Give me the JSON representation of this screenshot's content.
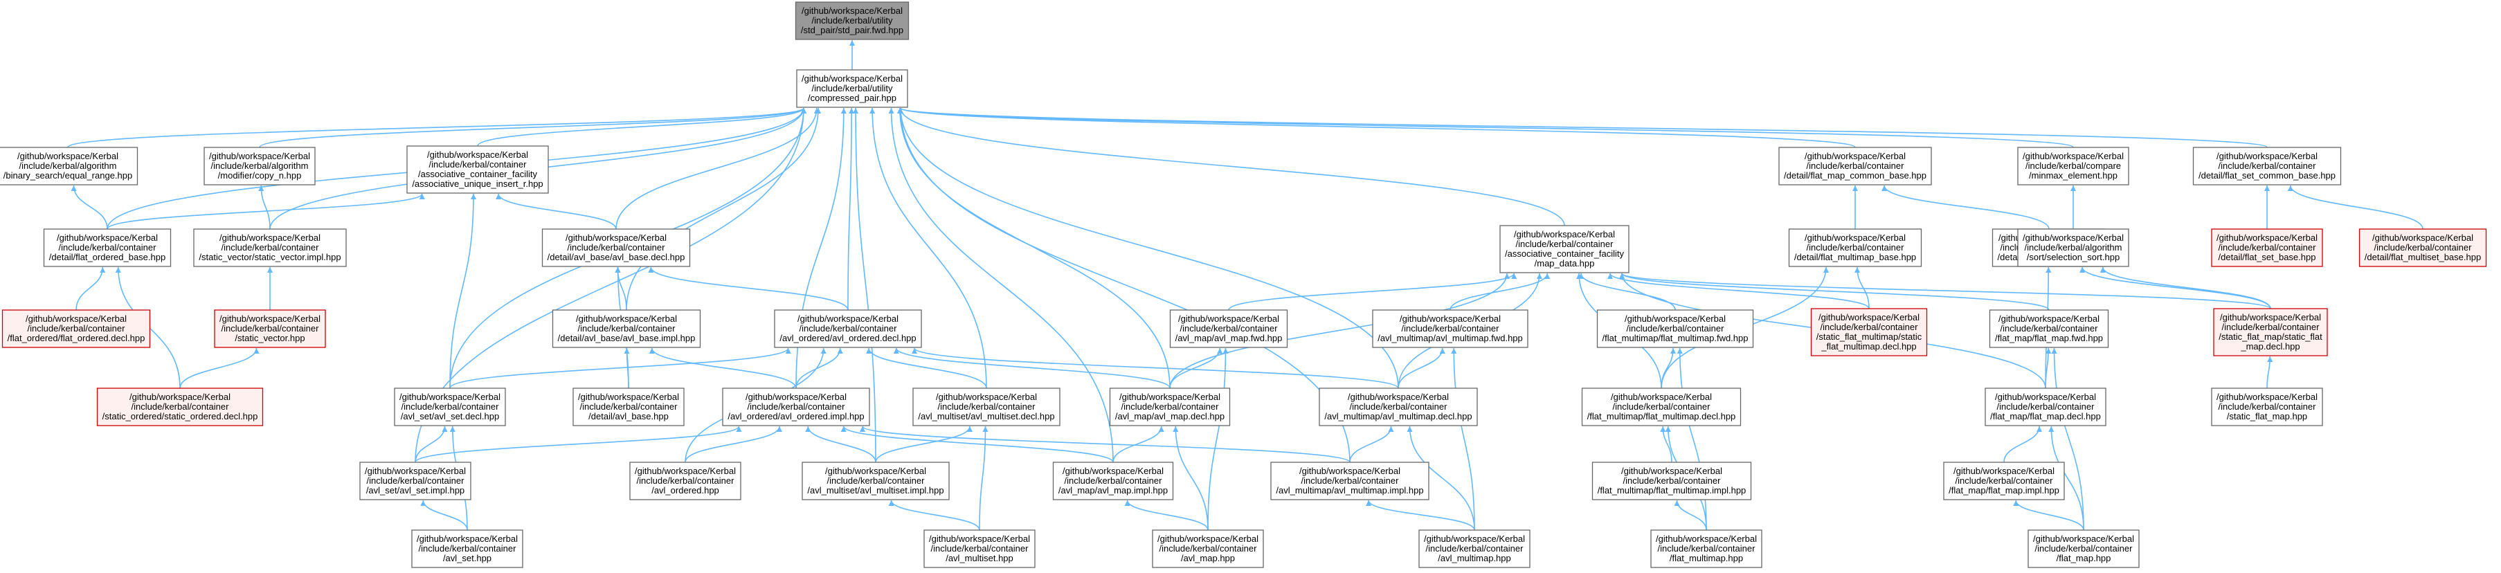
{
  "colors": {
    "edge": "#63b8ff",
    "normal_fill": "#ffffff",
    "normal_stroke": "#666666",
    "focus_fill": "#999999",
    "focus_stroke": "#666666",
    "missing_fill": "#fff0f0",
    "missing_stroke": "#cc0000"
  },
  "nodes": [
    {
      "id": "std_pair_fwd",
      "kind": "focus",
      "lines": [
        "/github/workspace/Kerbal",
        "/include/kerbal/utility",
        "/std_pair/std_pair.fwd.hpp"
      ]
    },
    {
      "id": "compressed_pair",
      "kind": "normal",
      "lines": [
        "/github/workspace/Kerbal",
        "/include/kerbal/utility",
        "/compressed_pair.hpp"
      ]
    },
    {
      "id": "equal_range",
      "kind": "normal",
      "lines": [
        "/github/workspace/Kerbal",
        "/include/kerbal/algorithm",
        "/binary_search/equal_range.hpp"
      ]
    },
    {
      "id": "copy_n",
      "kind": "normal",
      "lines": [
        "/github/workspace/Kerbal",
        "/include/kerbal/algorithm",
        "/modifier/copy_n.hpp"
      ]
    },
    {
      "id": "assoc_unique",
      "kind": "normal",
      "lines": [
        "/github/workspace/Kerbal",
        "/include/kerbal/container",
        "/associative_container_facility",
        "/associative_unique_insert_r.hpp"
      ]
    },
    {
      "id": "flat_map_common_base",
      "kind": "normal",
      "lines": [
        "/github/workspace/Kerbal",
        "/include/kerbal/container",
        "/detail/flat_map_common_base.hpp"
      ]
    },
    {
      "id": "minmax_element",
      "kind": "normal",
      "lines": [
        "/github/workspace/Kerbal",
        "/include/kerbal/compare",
        "/minmax_element.hpp"
      ]
    },
    {
      "id": "flat_set_common_base",
      "kind": "normal",
      "lines": [
        "/github/workspace/Kerbal",
        "/include/kerbal/container",
        "/detail/flat_set_common_base.hpp"
      ]
    },
    {
      "id": "flat_ordered_base",
      "kind": "normal",
      "lines": [
        "/github/workspace/Kerbal",
        "/include/kerbal/container",
        "/detail/flat_ordered_base.hpp"
      ]
    },
    {
      "id": "static_vector_impl",
      "kind": "normal",
      "lines": [
        "/github/workspace/Kerbal",
        "/include/kerbal/container",
        "/static_vector/static_vector.impl.hpp"
      ]
    },
    {
      "id": "avl_base_decl",
      "kind": "normal",
      "lines": [
        "/github/workspace/Kerbal",
        "/include/kerbal/container",
        "/detail/avl_base/avl_base.decl.hpp"
      ]
    },
    {
      "id": "map_data",
      "kind": "normal",
      "lines": [
        "/github/workspace/Kerbal",
        "/include/kerbal/container",
        "/associative_container_facility",
        "/map_data.hpp"
      ]
    },
    {
      "id": "flat_multimap_base",
      "kind": "normal",
      "lines": [
        "/github/workspace/Kerbal",
        "/include/kerbal/container",
        "/detail/flat_multimap_base.hpp"
      ]
    },
    {
      "id": "flat_map_base",
      "kind": "normal",
      "lines": [
        "/github/workspace/Kerbal",
        "/include/kerbal/container",
        "/detail/flat_map_base.hpp"
      ]
    },
    {
      "id": "selection_sort",
      "kind": "normal",
      "lines": [
        "/github/workspace/Kerbal",
        "/include/kerbal/algorithm",
        "/sort/selection_sort.hpp"
      ]
    },
    {
      "id": "flat_set_base",
      "kind": "missing",
      "lines": [
        "/github/workspace/Kerbal",
        "/include/kerbal/container",
        "/detail/flat_set_base.hpp"
      ]
    },
    {
      "id": "flat_multiset_base",
      "kind": "missing",
      "lines": [
        "/github/workspace/Kerbal",
        "/include/kerbal/container",
        "/detail/flat_multiset_base.hpp"
      ]
    },
    {
      "id": "flat_ordered_decl",
      "kind": "missing",
      "lines": [
        "/github/workspace/Kerbal",
        "/include/kerbal/container",
        "/flat_ordered/flat_ordered.decl.hpp"
      ]
    },
    {
      "id": "static_vector",
      "kind": "missing",
      "lines": [
        "/github/workspace/Kerbal",
        "/include/kerbal/container",
        "/static_vector.hpp"
      ]
    },
    {
      "id": "avl_base_impl",
      "kind": "normal",
      "lines": [
        "/github/workspace/Kerbal",
        "/include/kerbal/container",
        "/detail/avl_base/avl_base.impl.hpp"
      ]
    },
    {
      "id": "avl_ordered_decl",
      "kind": "normal",
      "lines": [
        "/github/workspace/Kerbal",
        "/include/kerbal/container",
        "/avl_ordered/avl_ordered.decl.hpp"
      ]
    },
    {
      "id": "avl_map_fwd",
      "kind": "normal",
      "lines": [
        "/github/workspace/Kerbal",
        "/include/kerbal/container",
        "/avl_map/avl_map.fwd.hpp"
      ]
    },
    {
      "id": "avl_multimap_fwd",
      "kind": "normal",
      "lines": [
        "/github/workspace/Kerbal",
        "/include/kerbal/container",
        "/avl_multimap/avl_multimap.fwd.hpp"
      ]
    },
    {
      "id": "flat_multimap_fwd",
      "kind": "normal",
      "lines": [
        "/github/workspace/Kerbal",
        "/include/kerbal/container",
        "/flat_multimap/flat_multimap.fwd.hpp"
      ]
    },
    {
      "id": "static_flat_multimap_decl",
      "kind": "missing",
      "lines": [
        "/github/workspace/Kerbal",
        "/include/kerbal/container",
        "/static_flat_multimap/static",
        "_flat_multimap.decl.hpp"
      ]
    },
    {
      "id": "flat_map_fwd",
      "kind": "normal",
      "lines": [
        "/github/workspace/Kerbal",
        "/include/kerbal/container",
        "/flat_map/flat_map.fwd.hpp"
      ]
    },
    {
      "id": "static_flat_map_decl",
      "kind": "missing",
      "lines": [
        "/github/workspace/Kerbal",
        "/include/kerbal/container",
        "/static_flat_map/static_flat",
        "_map.decl.hpp"
      ]
    },
    {
      "id": "static_ordered_decl",
      "kind": "missing",
      "lines": [
        "/github/workspace/Kerbal",
        "/include/kerbal/container",
        "/static_ordered/static_ordered.decl.hpp"
      ]
    },
    {
      "id": "avl_set_decl",
      "kind": "normal",
      "lines": [
        "/github/workspace/Kerbal",
        "/include/kerbal/container",
        "/avl_set/avl_set.decl.hpp"
      ]
    },
    {
      "id": "avl_base_hpp",
      "kind": "normal",
      "lines": [
        "/github/workspace/Kerbal",
        "/include/kerbal/container",
        "/detail/avl_base.hpp"
      ]
    },
    {
      "id": "avl_ordered_impl",
      "kind": "normal",
      "lines": [
        "/github/workspace/Kerbal",
        "/include/kerbal/container",
        "/avl_ordered/avl_ordered.impl.hpp"
      ]
    },
    {
      "id": "avl_multiset_decl",
      "kind": "normal",
      "lines": [
        "/github/workspace/Kerbal",
        "/include/kerbal/container",
        "/avl_multiset/avl_multiset.decl.hpp"
      ]
    },
    {
      "id": "avl_map_decl",
      "kind": "normal",
      "lines": [
        "/github/workspace/Kerbal",
        "/include/kerbal/container",
        "/avl_map/avl_map.decl.hpp"
      ]
    },
    {
      "id": "avl_multimap_decl",
      "kind": "normal",
      "lines": [
        "/github/workspace/Kerbal",
        "/include/kerbal/container",
        "/avl_multimap/avl_multimap.decl.hpp"
      ]
    },
    {
      "id": "flat_multimap_decl",
      "kind": "normal",
      "lines": [
        "/github/workspace/Kerbal",
        "/include/kerbal/container",
        "/flat_multimap/flat_multimap.decl.hpp"
      ]
    },
    {
      "id": "flat_map_decl",
      "kind": "normal",
      "lines": [
        "/github/workspace/Kerbal",
        "/include/kerbal/container",
        "/flat_map/flat_map.decl.hpp"
      ]
    },
    {
      "id": "static_flat_map",
      "kind": "normal",
      "lines": [
        "/github/workspace/Kerbal",
        "/include/kerbal/container",
        "/static_flat_map.hpp"
      ]
    },
    {
      "id": "avl_set_impl",
      "kind": "normal",
      "lines": [
        "/github/workspace/Kerbal",
        "/include/kerbal/container",
        "/avl_set/avl_set.impl.hpp"
      ]
    },
    {
      "id": "avl_ordered_hpp",
      "kind": "normal",
      "lines": [
        "/github/workspace/Kerbal",
        "/include/kerbal/container",
        "/avl_ordered.hpp"
      ]
    },
    {
      "id": "avl_multiset_impl",
      "kind": "normal",
      "lines": [
        "/github/workspace/Kerbal",
        "/include/kerbal/container",
        "/avl_multiset/avl_multiset.impl.hpp"
      ]
    },
    {
      "id": "avl_map_impl",
      "kind": "normal",
      "lines": [
        "/github/workspace/Kerbal",
        "/include/kerbal/container",
        "/avl_map/avl_map.impl.hpp"
      ]
    },
    {
      "id": "avl_multimap_impl",
      "kind": "normal",
      "lines": [
        "/github/workspace/Kerbal",
        "/include/kerbal/container",
        "/avl_multimap/avl_multimap.impl.hpp"
      ]
    },
    {
      "id": "flat_multimap_impl",
      "kind": "normal",
      "lines": [
        "/github/workspace/Kerbal",
        "/include/kerbal/container",
        "/flat_multimap/flat_multimap.impl.hpp"
      ]
    },
    {
      "id": "flat_map_impl",
      "kind": "normal",
      "lines": [
        "/github/workspace/Kerbal",
        "/include/kerbal/container",
        "/flat_map/flat_map.impl.hpp"
      ]
    },
    {
      "id": "avl_set_hpp",
      "kind": "normal",
      "lines": [
        "/github/workspace/Kerbal",
        "/include/kerbal/container",
        "/avl_set.hpp"
      ]
    },
    {
      "id": "avl_multiset_hpp",
      "kind": "normal",
      "lines": [
        "/github/workspace/Kerbal",
        "/include/kerbal/container",
        "/avl_multiset.hpp"
      ]
    },
    {
      "id": "avl_map_hpp",
      "kind": "normal",
      "lines": [
        "/github/workspace/Kerbal",
        "/include/kerbal/container",
        "/avl_map.hpp"
      ]
    },
    {
      "id": "avl_multimap_hpp",
      "kind": "normal",
      "lines": [
        "/github/workspace/Kerbal",
        "/include/kerbal/container",
        "/avl_multimap.hpp"
      ]
    },
    {
      "id": "flat_multimap_hpp",
      "kind": "normal",
      "lines": [
        "/github/workspace/Kerbal",
        "/include/kerbal/container",
        "/flat_multimap.hpp"
      ]
    },
    {
      "id": "flat_map_hpp",
      "kind": "normal",
      "lines": [
        "/github/workspace/Kerbal",
        "/include/kerbal/container",
        "/flat_map.hpp"
      ]
    }
  ],
  "edges": [
    [
      "compressed_pair",
      "std_pair_fwd"
    ],
    [
      "equal_range",
      "compressed_pair"
    ],
    [
      "copy_n",
      "compressed_pair"
    ],
    [
      "assoc_unique",
      "compressed_pair"
    ],
    [
      "flat_map_common_base",
      "compressed_pair"
    ],
    [
      "minmax_element",
      "compressed_pair"
    ],
    [
      "flat_set_common_base",
      "compressed_pair"
    ],
    [
      "flat_ordered_base",
      "compressed_pair"
    ],
    [
      "static_vector_impl",
      "compressed_pair"
    ],
    [
      "avl_base_decl",
      "compressed_pair"
    ],
    [
      "map_data",
      "compressed_pair"
    ],
    [
      "avl_base_impl",
      "compressed_pair"
    ],
    [
      "avl_ordered_decl",
      "compressed_pair"
    ],
    [
      "avl_set_decl",
      "compressed_pair"
    ],
    [
      "avl_ordered_impl",
      "compressed_pair"
    ],
    [
      "avl_multiset_decl",
      "compressed_pair"
    ],
    [
      "avl_map_decl",
      "compressed_pair"
    ],
    [
      "avl_multimap_decl",
      "compressed_pair"
    ],
    [
      "avl_set_impl",
      "compressed_pair"
    ],
    [
      "avl_multiset_impl",
      "compressed_pair"
    ],
    [
      "avl_map_impl",
      "compressed_pair"
    ],
    [
      "avl_multimap_impl",
      "compressed_pair"
    ],
    [
      "flat_ordered_base",
      "equal_range"
    ],
    [
      "static_vector_impl",
      "copy_n"
    ],
    [
      "flat_ordered_base",
      "assoc_unique"
    ],
    [
      "avl_base_decl",
      "assoc_unique"
    ],
    [
      "avl_set_decl",
      "assoc_unique"
    ],
    [
      "flat_multimap_base",
      "flat_map_common_base"
    ],
    [
      "flat_map_base",
      "flat_map_common_base"
    ],
    [
      "selection_sort",
      "minmax_element"
    ],
    [
      "flat_set_base",
      "flat_set_common_base"
    ],
    [
      "flat_multiset_base",
      "flat_set_common_base"
    ],
    [
      "flat_ordered_decl",
      "flat_ordered_base"
    ],
    [
      "static_ordered_decl",
      "flat_ordered_base"
    ],
    [
      "static_vector",
      "static_vector_impl"
    ],
    [
      "static_ordered_decl",
      "static_vector"
    ],
    [
      "avl_base_impl",
      "avl_base_decl"
    ],
    [
      "avl_ordered_decl",
      "avl_base_decl"
    ],
    [
      "avl_base_hpp",
      "avl_base_decl"
    ],
    [
      "avl_base_hpp",
      "avl_base_impl"
    ],
    [
      "avl_ordered_impl",
      "avl_base_impl"
    ],
    [
      "avl_map_fwd",
      "map_data"
    ],
    [
      "avl_multimap_fwd",
      "map_data"
    ],
    [
      "flat_multimap_fwd",
      "map_data"
    ],
    [
      "static_flat_multimap_decl",
      "map_data"
    ],
    [
      "flat_map_fwd",
      "map_data"
    ],
    [
      "static_flat_map_decl",
      "map_data"
    ],
    [
      "avl_map_decl",
      "map_data"
    ],
    [
      "avl_multimap_decl",
      "map_data"
    ],
    [
      "flat_multimap_decl",
      "map_data"
    ],
    [
      "flat_map_decl",
      "map_data"
    ],
    [
      "static_flat_multimap_decl",
      "flat_multimap_base"
    ],
    [
      "flat_multimap_decl",
      "flat_multimap_base"
    ],
    [
      "static_flat_map_decl",
      "flat_map_base"
    ],
    [
      "flat_map_decl",
      "flat_map_base"
    ],
    [
      "static_flat_map_decl",
      "selection_sort"
    ],
    [
      "avl_set_decl",
      "avl_ordered_decl"
    ],
    [
      "avl_ordered_impl",
      "avl_ordered_decl"
    ],
    [
      "avl_multiset_decl",
      "avl_ordered_decl"
    ],
    [
      "avl_map_decl",
      "avl_ordered_decl"
    ],
    [
      "avl_multimap_decl",
      "avl_ordered_decl"
    ],
    [
      "avl_ordered_hpp",
      "avl_ordered_decl"
    ],
    [
      "avl_map_decl",
      "avl_map_fwd"
    ],
    [
      "avl_map_hpp",
      "avl_map_fwd"
    ],
    [
      "avl_multimap_decl",
      "avl_multimap_fwd"
    ],
    [
      "avl_multimap_hpp",
      "avl_multimap_fwd"
    ],
    [
      "flat_multimap_decl",
      "flat_multimap_fwd"
    ],
    [
      "flat_multimap_hpp",
      "flat_multimap_fwd"
    ],
    [
      "flat_map_decl",
      "flat_map_fwd"
    ],
    [
      "flat_map_hpp",
      "flat_map_fwd"
    ],
    [
      "static_flat_map",
      "static_flat_map_decl"
    ],
    [
      "avl_set_impl",
      "avl_set_decl"
    ],
    [
      "avl_set_hpp",
      "avl_set_decl"
    ],
    [
      "avl_set_impl",
      "avl_ordered_impl"
    ],
    [
      "avl_ordered_hpp",
      "avl_ordered_impl"
    ],
    [
      "avl_multiset_impl",
      "avl_ordered_impl"
    ],
    [
      "avl_map_impl",
      "avl_ordered_impl"
    ],
    [
      "avl_multimap_impl",
      "avl_ordered_impl"
    ],
    [
      "avl_multiset_impl",
      "avl_multiset_decl"
    ],
    [
      "avl_multiset_hpp",
      "avl_multiset_decl"
    ],
    [
      "avl_map_impl",
      "avl_map_decl"
    ],
    [
      "avl_map_hpp",
      "avl_map_decl"
    ],
    [
      "avl_multimap_impl",
      "avl_multimap_decl"
    ],
    [
      "avl_multimap_hpp",
      "avl_multimap_decl"
    ],
    [
      "flat_multimap_impl",
      "flat_multimap_decl"
    ],
    [
      "flat_multimap_hpp",
      "flat_multimap_decl"
    ],
    [
      "flat_map_impl",
      "flat_map_decl"
    ],
    [
      "flat_map_hpp",
      "flat_map_decl"
    ],
    [
      "avl_set_hpp",
      "avl_set_impl"
    ],
    [
      "avl_multiset_hpp",
      "avl_multiset_impl"
    ],
    [
      "avl_map_hpp",
      "avl_map_impl"
    ],
    [
      "avl_multimap_hpp",
      "avl_multimap_impl"
    ],
    [
      "flat_multimap_hpp",
      "flat_multimap_impl"
    ],
    [
      "flat_map_hpp",
      "flat_map_impl"
    ]
  ]
}
